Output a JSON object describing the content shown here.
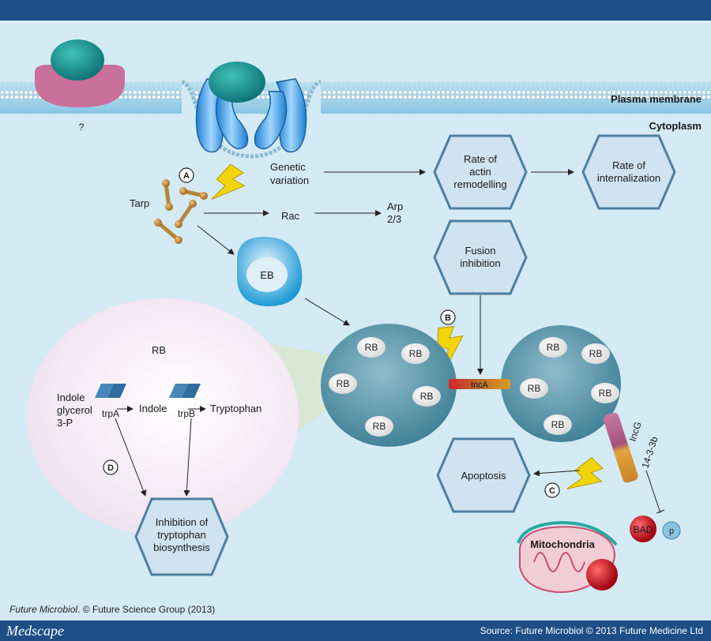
{
  "labels": {
    "plasma_membrane": "Plasma membrane",
    "cytoplasm": "Cytoplasm",
    "unknown_receptor": "?",
    "marker_a": "A",
    "marker_b": "B",
    "marker_c": "C",
    "marker_d": "D",
    "genetic_variation_1": "Genetic",
    "genetic_variation_2": "variation",
    "tarp": "Tarp",
    "rac": "Rac",
    "arp_1": "Arp",
    "arp_2": "2/3",
    "eb": "EB",
    "rb": "RB",
    "inca": "IncA",
    "incg": "IncG",
    "protein_1433": "14-3-3b",
    "bad": "BAD",
    "phospho": "p",
    "mitochondria": "Mitochondria",
    "indole_glycerol_1": "Indole",
    "indole_glycerol_2": "glycerol",
    "indole_glycerol_3": "3-P",
    "indole": "Indole",
    "tryptophan": "Tryptophan",
    "trpA": "trpA",
    "trpB": "trpB"
  },
  "hexagons": {
    "rate_actin": [
      "Rate of",
      "actin",
      "remodelling"
    ],
    "rate_internalization": [
      "Rate of",
      "internalization"
    ],
    "fusion_inhibition": [
      "Fusion",
      "inhibition"
    ],
    "apoptosis": [
      "Apoptosis"
    ],
    "inhibition_tryptophan": [
      "Inhibition of",
      "tryptophan",
      "biosynthesis"
    ]
  },
  "footer": {
    "journal": "Future Microbiol",
    "copyright": ". © Future Science Group (2013)",
    "brand": "Medscape",
    "source": "Source: Future Microbiol © 2013 Future Medicine Ltd"
  },
  "colors": {
    "background": "#d4eaf5",
    "header": "#1d4f86",
    "hexagon_fill": "#cfe3f0",
    "hexagon_stroke": "#4f7f9e",
    "inclusion": "#5b93a6",
    "lightning": "#f2d40c"
  }
}
